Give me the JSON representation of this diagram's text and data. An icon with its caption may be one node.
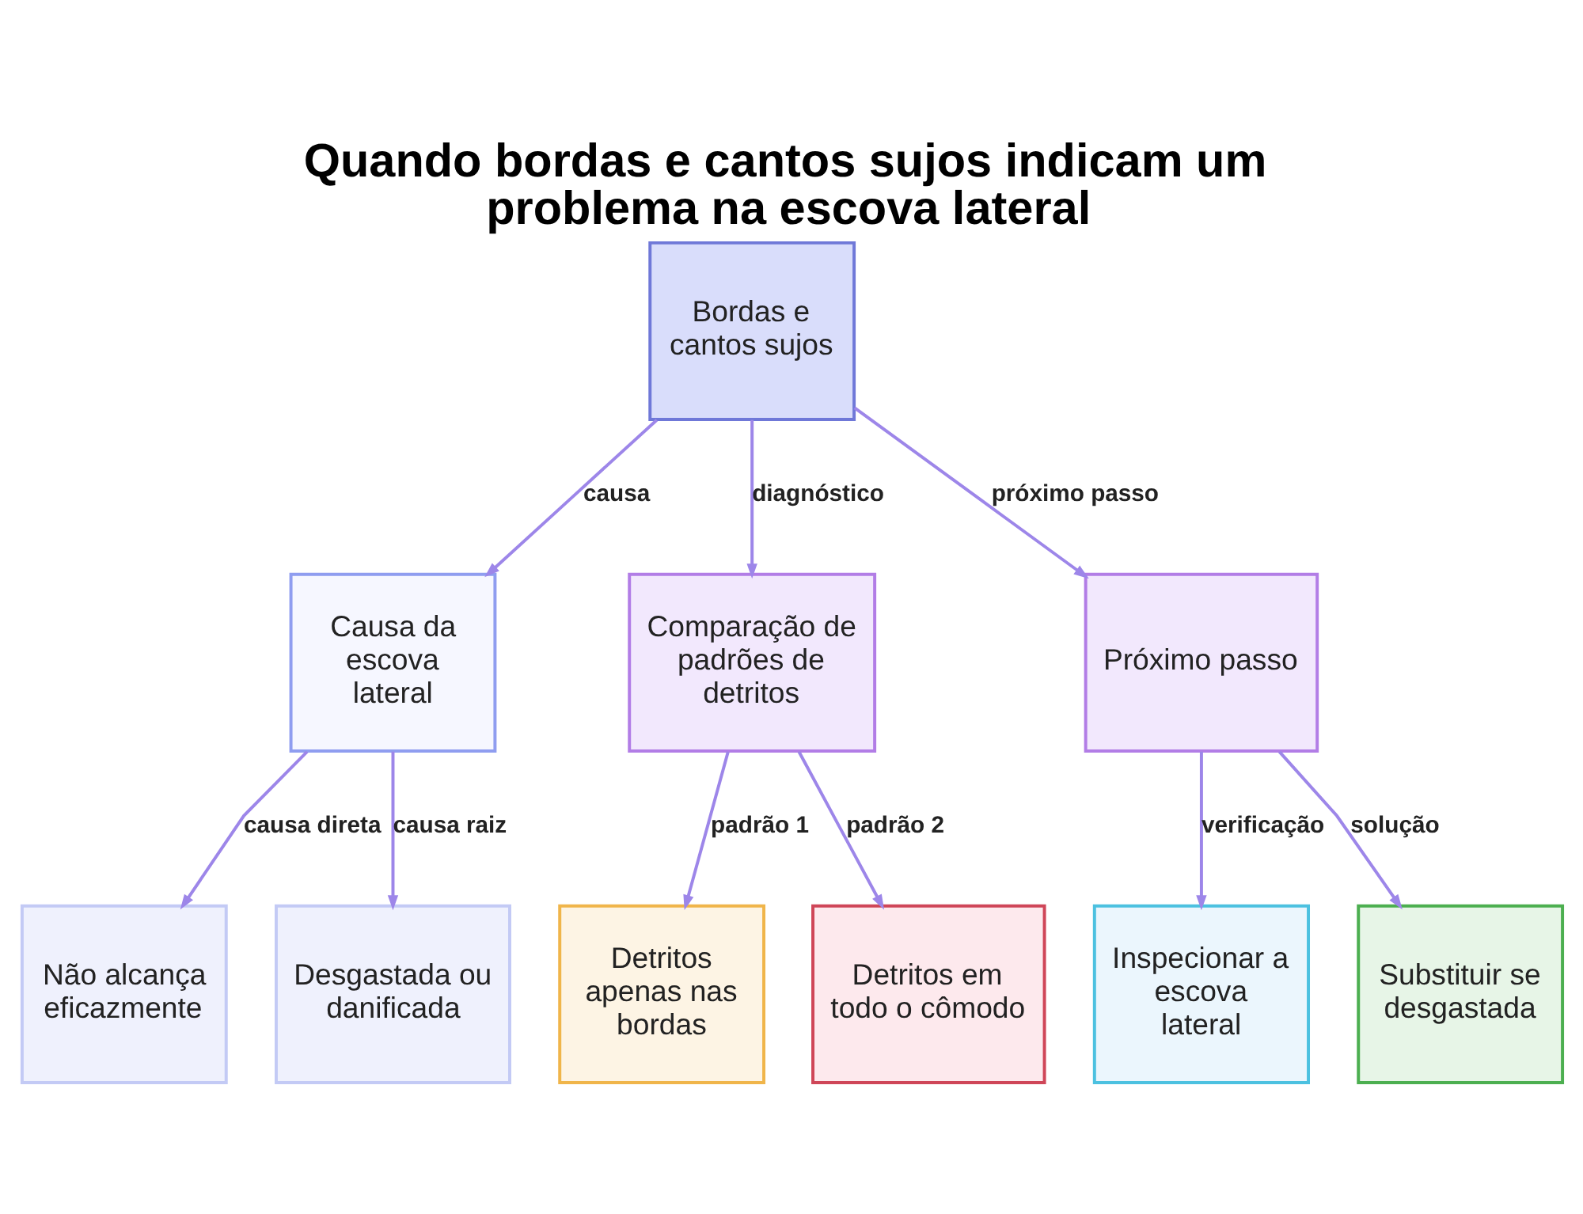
{
  "diagram": {
    "title": "Quando bordas e cantos sujos indicam um problema na escova lateral",
    "nodes": [
      {
        "text": [
          "Bordas e cantos sujos"
        ]
      },
      {
        "text": [
          "Causa da escova lateral"
        ]
      },
      {
        "text": [
          "Comparação de padrões de detritos"
        ]
      },
      {
        "text": [
          "Próximo passo"
        ]
      },
      {
        "text": [
          "Não alcança eficazmente"
        ]
      },
      {
        "text": [
          "Desgastada ou danificada"
        ]
      },
      {
        "text": [
          "Detritos apenas nas bordas"
        ]
      },
      {
        "text": [
          "Detritos em todo o cômodo"
        ]
      },
      {
        "text": [
          "Inspecionar a escova lateral"
        ]
      },
      {
        "text": [
          "Substituir se desgastada"
        ]
      }
    ],
    "edges": [
      {
        "from": 0,
        "to": 1,
        "arrow": "to",
        "label": "causa"
      },
      {
        "from": 0,
        "to": 2,
        "arrow": "to",
        "label": "diagnóstico"
      },
      {
        "from": 0,
        "to": 3,
        "arrow": "to",
        "label": "próximo passo"
      },
      {
        "from": 1,
        "to": 4,
        "arrow": "to",
        "label": "causa direta"
      },
      {
        "from": 1,
        "to": 5,
        "arrow": "to",
        "label": "causa raiz"
      },
      {
        "from": 2,
        "to": 6,
        "arrow": "to",
        "label": "padrão 1"
      },
      {
        "from": 2,
        "to": 7,
        "arrow": "to",
        "label": "padrão 2"
      },
      {
        "from": 3,
        "to": 8,
        "arrow": "to",
        "label": "verificação"
      },
      {
        "from": 3,
        "to": 9,
        "arrow": "to",
        "label": "solução"
      }
    ]
  }
}
